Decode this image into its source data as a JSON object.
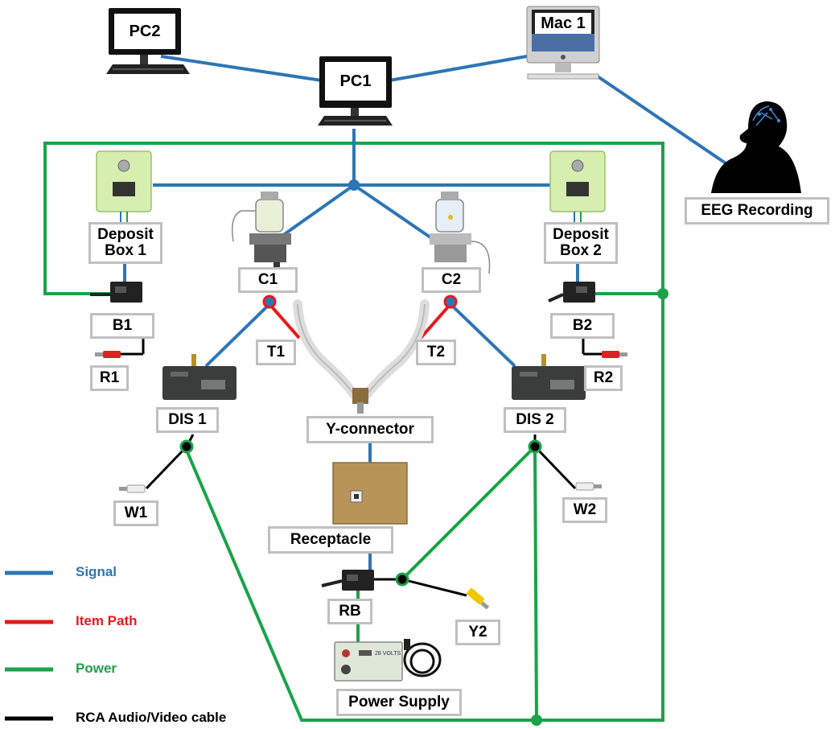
{
  "computers": {
    "pc2": "PC2",
    "pc1": "PC1",
    "mac1": "Mac 1"
  },
  "labels": {
    "eeg": "EEG Recording",
    "deposit_box_1": "Deposit\nBox 1",
    "deposit_box_2": "Deposit\nBox 2",
    "c1": "C1",
    "c2": "C2",
    "b1": "B1",
    "b2": "B2",
    "r1": "R1",
    "r2": "R2",
    "t1": "T1",
    "t2": "T2",
    "dis1": "DIS 1",
    "dis2": "DIS 2",
    "y_connector": "Y-connector",
    "w1": "W1",
    "w2": "W2",
    "receptacle": "Receptacle",
    "rb": "RB",
    "y2": "Y2",
    "power_supply": "Power Supply",
    "ps_text": "28 VOLTS"
  },
  "legend": [
    {
      "label": "Signal",
      "color": "#2e75b6"
    },
    {
      "label": "Item Path",
      "color": "#e8191c"
    },
    {
      "label": "Power",
      "color": "#1aa34a"
    },
    {
      "label": "RCA Audio/Video cable",
      "color": "#000000"
    }
  ]
}
